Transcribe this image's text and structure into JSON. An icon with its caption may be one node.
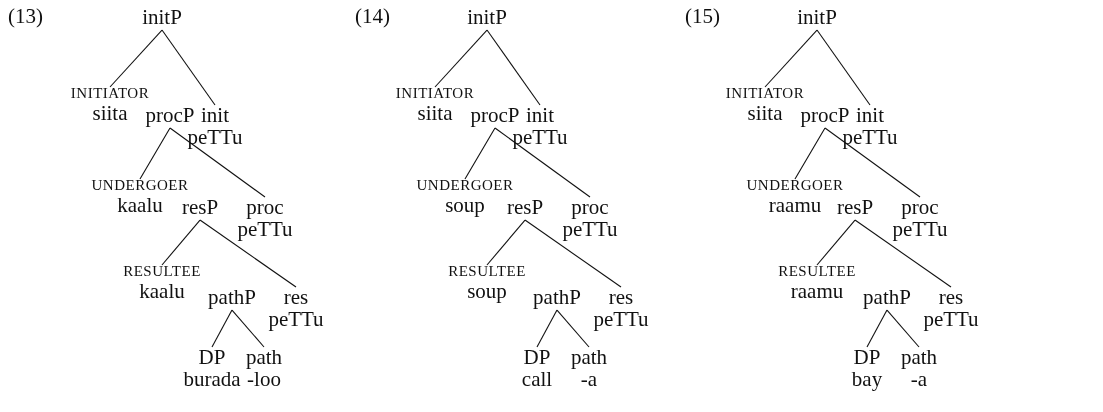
{
  "diagram": {
    "nodes": [
      {
        "text": [
          "initP"
        ]
      },
      {
        "text": [
          "INITIATOR",
          "siita"
        ]
      },
      {
        "text": [
          "procP"
        ]
      },
      {
        "text": [
          "init",
          "peTTu"
        ]
      },
      {
        "text": [
          "UNDERGOER",
          "kaalu"
        ]
      },
      {
        "text": [
          "resP"
        ]
      },
      {
        "text": [
          "proc",
          "peTTu"
        ]
      },
      {
        "text": [
          "RESULTEE",
          "kaalu"
        ]
      },
      {
        "text": [
          "pathP"
        ]
      },
      {
        "text": [
          "res",
          "peTTu"
        ]
      },
      {
        "text": [
          "DP",
          "burada"
        ]
      },
      {
        "text": [
          "path",
          "-loo"
        ]
      },
      {
        "text": [
          "initP"
        ]
      },
      {
        "text": [
          "INITIATOR",
          "siita"
        ]
      },
      {
        "text": [
          "procP"
        ]
      },
      {
        "text": [
          "init",
          "peTTu"
        ]
      },
      {
        "text": [
          "UNDERGOER",
          "soup"
        ]
      },
      {
        "text": [
          "resP"
        ]
      },
      {
        "text": [
          "proc",
          "peTTu"
        ]
      },
      {
        "text": [
          "RESULTEE",
          "soup"
        ]
      },
      {
        "text": [
          "pathP"
        ]
      },
      {
        "text": [
          "res",
          "peTTu"
        ]
      },
      {
        "text": [
          "DP",
          "call"
        ]
      },
      {
        "text": [
          "path",
          "-a"
        ]
      },
      {
        "text": [
          "initP"
        ]
      },
      {
        "text": [
          "INITIATOR",
          "siita"
        ]
      },
      {
        "text": [
          "procP"
        ]
      },
      {
        "text": [
          "init",
          "peTTu"
        ]
      },
      {
        "text": [
          "UNDERGOER",
          "raamu"
        ]
      },
      {
        "text": [
          "resP"
        ]
      },
      {
        "text": [
          "proc",
          "peTTu"
        ]
      },
      {
        "text": [
          "RESULTEE",
          "raamu"
        ]
      },
      {
        "text": [
          "pathP"
        ]
      },
      {
        "text": [
          "res",
          "peTTu"
        ]
      },
      {
        "text": [
          "DP",
          "bay"
        ]
      },
      {
        "text": [
          "path",
          "-a"
        ]
      }
    ],
    "edges": [
      {
        "from": 0,
        "to": 1,
        "arrow": "none"
      },
      {
        "from": 0,
        "to": 3,
        "arrow": "none"
      },
      {
        "from": 2,
        "to": 4,
        "arrow": "none"
      },
      {
        "from": 2,
        "to": 6,
        "arrow": "none"
      },
      {
        "from": 5,
        "to": 7,
        "arrow": "none"
      },
      {
        "from": 5,
        "to": 9,
        "arrow": "none"
      },
      {
        "from": 8,
        "to": 10,
        "arrow": "none"
      },
      {
        "from": 8,
        "to": 11,
        "arrow": "none"
      },
      {
        "from": 12,
        "to": 13,
        "arrow": "none"
      },
      {
        "from": 12,
        "to": 15,
        "arrow": "none"
      },
      {
        "from": 14,
        "to": 16,
        "arrow": "none"
      },
      {
        "from": 14,
        "to": 18,
        "arrow": "none"
      },
      {
        "from": 17,
        "to": 19,
        "arrow": "none"
      },
      {
        "from": 17,
        "to": 21,
        "arrow": "none"
      },
      {
        "from": 20,
        "to": 22,
        "arrow": "none"
      },
      {
        "from": 20,
        "to": 23,
        "arrow": "none"
      },
      {
        "from": 24,
        "to": 25,
        "arrow": "none"
      },
      {
        "from": 24,
        "to": 27,
        "arrow": "none"
      },
      {
        "from": 26,
        "to": 28,
        "arrow": "none"
      },
      {
        "from": 26,
        "to": 30,
        "arrow": "none"
      },
      {
        "from": 29,
        "to": 31,
        "arrow": "none"
      },
      {
        "from": 29,
        "to": 33,
        "arrow": "none"
      },
      {
        "from": 32,
        "to": 34,
        "arrow": "none"
      },
      {
        "from": 32,
        "to": 35,
        "arrow": "none"
      }
    ],
    "labels": [
      "(13)",
      "(14)",
      "(15)"
    ]
  }
}
